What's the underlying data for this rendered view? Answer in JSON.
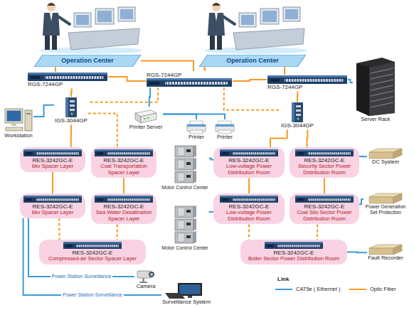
{
  "diagram": {
    "nodes": [
      {
        "text": [
          "Operation Center"
        ]
      },
      {
        "text": [
          "Operation Center"
        ]
      },
      {
        "text": [
          "RGS-7244GP"
        ]
      },
      {
        "text": [
          "RGS-7244GP"
        ]
      },
      {
        "text": [
          "RGS-7244GP"
        ]
      },
      {
        "text": [
          "Server Rack"
        ]
      },
      {
        "text": [
          "IGS-3044GP"
        ]
      },
      {
        "text": [
          "Workstation"
        ]
      },
      {
        "text": [
          "Printer Server"
        ]
      },
      {
        "text": [
          "Printer"
        ]
      },
      {
        "text": [
          "Printer"
        ]
      },
      {
        "text": [
          "IGS-3044GP"
        ]
      },
      {
        "text": [
          "RES-3242GC-E",
          "6kv Spacer Layer"
        ]
      },
      {
        "text": [
          "RES-3242GC-E",
          "Coal Transportation Spacer Layer"
        ]
      },
      {
        "text": [
          "Motor Control Center"
        ]
      },
      {
        "text": [
          "RES-3242GC-E",
          "Low-voltage Power Distribution Room"
        ]
      },
      {
        "text": [
          "RES-3242GC-E",
          "Security Sector Power Distribution Room"
        ]
      },
      {
        "text": [
          "DC System"
        ]
      },
      {
        "text": [
          "RES-3242GC-E",
          "6kv Spacer Layer"
        ]
      },
      {
        "text": [
          "RES-3242GC-E",
          "Sea Water Desalination Spacer Layer"
        ]
      },
      {
        "text": [
          "Motor Control Center"
        ]
      },
      {
        "text": [
          "RES-3242GC-E",
          "Low-voltage Power Distribution Room"
        ]
      },
      {
        "text": [
          "RES-3242GC-E",
          "Coal Silo Sector Power Distribution Room"
        ]
      },
      {
        "text": [
          "Power Generation Set Protection"
        ]
      },
      {
        "text": [
          "RES-3242GC-E",
          "Compressed-air Sector Spacer Layer"
        ]
      },
      {
        "text": [
          "RES-3242GC-E",
          "Boiler Sector Power Distribution Room"
        ]
      },
      {
        "text": [
          "Fault Recorder"
        ]
      },
      {
        "text": [
          "Camera"
        ]
      },
      {
        "text": [
          "Surveillance System"
        ]
      }
    ],
    "edges": [
      {
        "from": 0,
        "to": 2,
        "arrow": "none"
      },
      {
        "from": 0,
        "to": 3,
        "arrow": "none"
      },
      {
        "from": 1,
        "to": 3,
        "arrow": "none"
      },
      {
        "from": 1,
        "to": 4,
        "arrow": "none"
      },
      {
        "from": 2,
        "to": 3,
        "arrow": "none"
      },
      {
        "from": 3,
        "to": 4,
        "arrow": "none"
      },
      {
        "from": 4,
        "to": 5,
        "arrow": "none"
      },
      {
        "from": 2,
        "to": 6,
        "arrow": "none"
      },
      {
        "from": 3,
        "to": 6,
        "arrow": "none"
      },
      {
        "from": 3,
        "to": 8,
        "arrow": "none"
      },
      {
        "from": 8,
        "to": 9,
        "arrow": "none"
      },
      {
        "from": 8,
        "to": 10,
        "arrow": "none"
      },
      {
        "from": 3,
        "to": 11,
        "arrow": "none"
      },
      {
        "from": 4,
        "to": 11,
        "arrow": "none"
      },
      {
        "from": 6,
        "to": 7,
        "arrow": "none"
      },
      {
        "from": 6,
        "to": 12,
        "arrow": "none"
      },
      {
        "from": 6,
        "to": 13,
        "arrow": "none"
      },
      {
        "from": 11,
        "to": 15,
        "arrow": "none"
      },
      {
        "from": 11,
        "to": 16,
        "arrow": "none"
      },
      {
        "from": 14,
        "to": 15,
        "arrow": "none"
      },
      {
        "from": 16,
        "to": 17,
        "arrow": "none"
      },
      {
        "from": 12,
        "to": 18,
        "arrow": "none"
      },
      {
        "from": 13,
        "to": 19,
        "arrow": "none"
      },
      {
        "from": 15,
        "to": 21,
        "arrow": "none"
      },
      {
        "from": 16,
        "to": 22,
        "arrow": "none"
      },
      {
        "from": 20,
        "to": 21,
        "arrow": "none"
      },
      {
        "from": 22,
        "to": 23,
        "arrow": "none"
      },
      {
        "from": 18,
        "to": 24,
        "arrow": "none"
      },
      {
        "from": 19,
        "to": 24,
        "arrow": "none"
      },
      {
        "from": 21,
        "to": 25,
        "arrow": "none"
      },
      {
        "from": 22,
        "to": 25,
        "arrow": "none"
      },
      {
        "from": 25,
        "to": 26,
        "arrow": "none"
      },
      {
        "from": 18,
        "to": 27,
        "arrow": "none",
        "label": "Power Station Surveillance"
      },
      {
        "from": 18,
        "to": 28,
        "arrow": "none",
        "label": "Power Station Surveillance"
      }
    ],
    "labels": [
      "Link"
    ],
    "legend": [
      {
        "text": "CAT5e ( Ethernet )"
      },
      {
        "text": "Optic Fiber"
      }
    ]
  }
}
